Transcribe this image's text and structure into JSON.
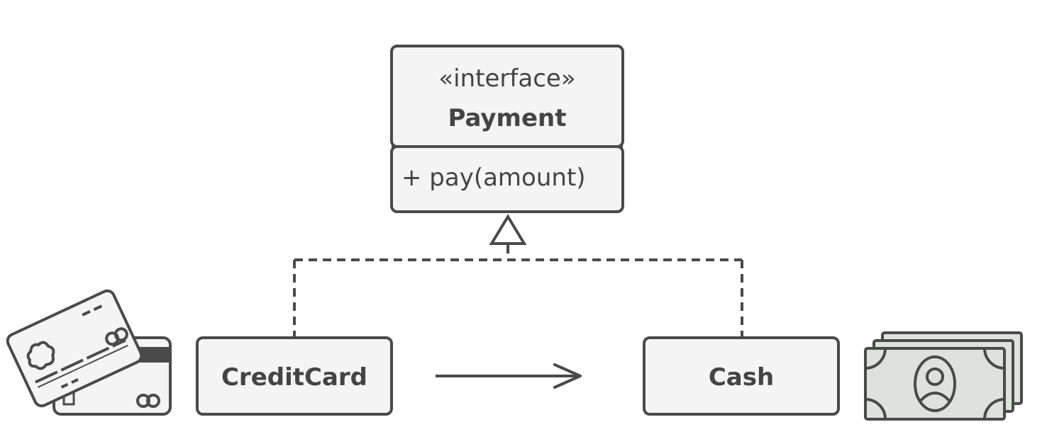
{
  "interface_box": {
    "stereotype": "«interface»",
    "name": "Payment",
    "method": "+ pay(amount)"
  },
  "classes": {
    "credit_card": "CreditCard",
    "cash": "Cash"
  },
  "colors": {
    "stroke": "#4a4a4a",
    "box_fill": "#f4f4f4",
    "text": "#444444",
    "illustration_fill": "#dfe1df"
  },
  "icons": {
    "left": "credit-cards-icon",
    "right": "cash-bills-icon"
  }
}
